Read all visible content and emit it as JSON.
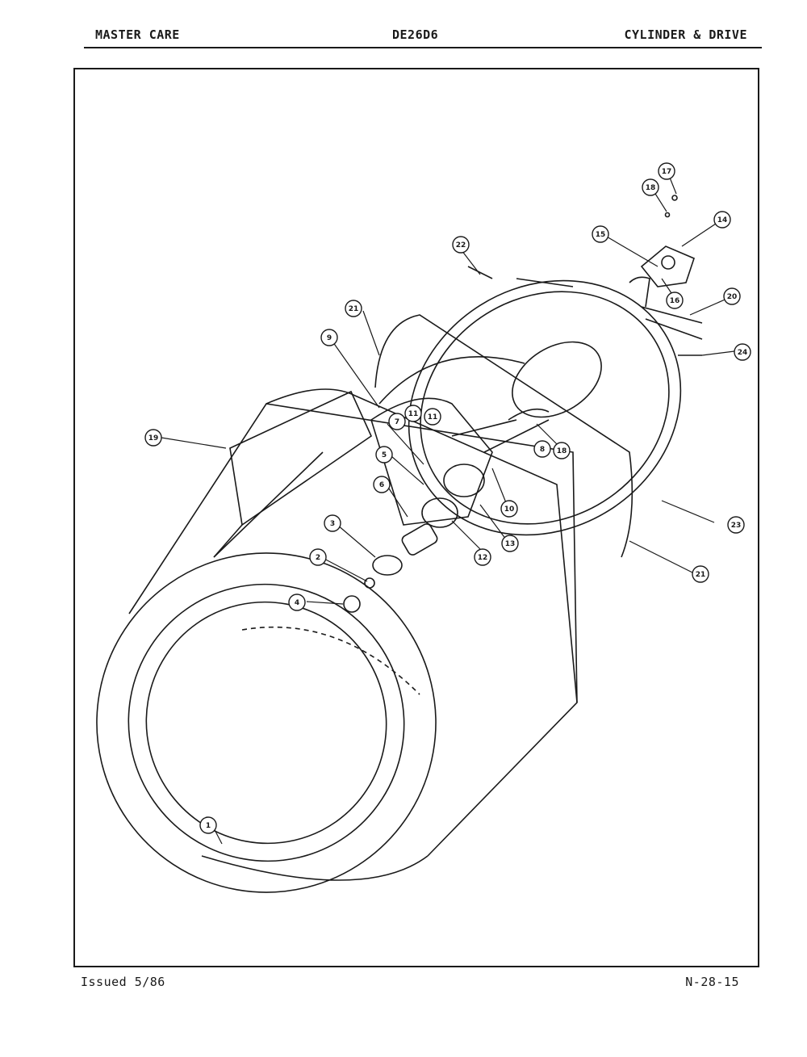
{
  "header": {
    "left": "MASTER CARE",
    "center": "DE26D6",
    "right": "CYLINDER & DRIVE"
  },
  "footer": {
    "left": "Issued 5/86",
    "right": "N-28-15"
  },
  "callouts": [
    {
      "label": "1"
    },
    {
      "label": "2"
    },
    {
      "label": "3"
    },
    {
      "label": "4"
    },
    {
      "label": "5"
    },
    {
      "label": "6"
    },
    {
      "label": "7"
    },
    {
      "label": "8"
    },
    {
      "label": "9"
    },
    {
      "label": "10"
    },
    {
      "label": "11"
    },
    {
      "label": "12"
    },
    {
      "label": "13"
    },
    {
      "label": "14"
    },
    {
      "label": "15"
    },
    {
      "label": "16"
    },
    {
      "label": "17"
    },
    {
      "label": "18"
    },
    {
      "label": "19"
    },
    {
      "label": "20"
    },
    {
      "label": "21"
    },
    {
      "label": "21"
    },
    {
      "label": "22"
    },
    {
      "label": "23"
    },
    {
      "label": "24"
    },
    {
      "label": "11"
    },
    {
      "label": "18"
    }
  ]
}
